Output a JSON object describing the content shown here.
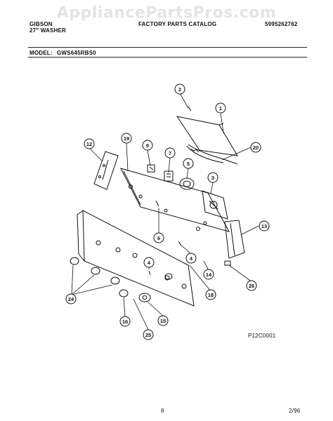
{
  "watermark": "AppliancePartsPros.com",
  "header": {
    "brand": "GIBSON",
    "product": "27\" WASHER",
    "catalog": "FACTORY PARTS CATALOG",
    "part_number": "5995262762"
  },
  "model": {
    "label": "MODEL:",
    "value": "GWS645RBS0"
  },
  "callouts": [
    "2",
    "1",
    "19",
    "12",
    "9",
    "7",
    "5",
    "20",
    "3",
    "6",
    "13",
    "4",
    "14",
    "24",
    "18",
    "26",
    "16",
    "15",
    "25",
    "4"
  ],
  "figure_code": "P12C0001",
  "footer": {
    "page": "8",
    "date": "2/96"
  }
}
